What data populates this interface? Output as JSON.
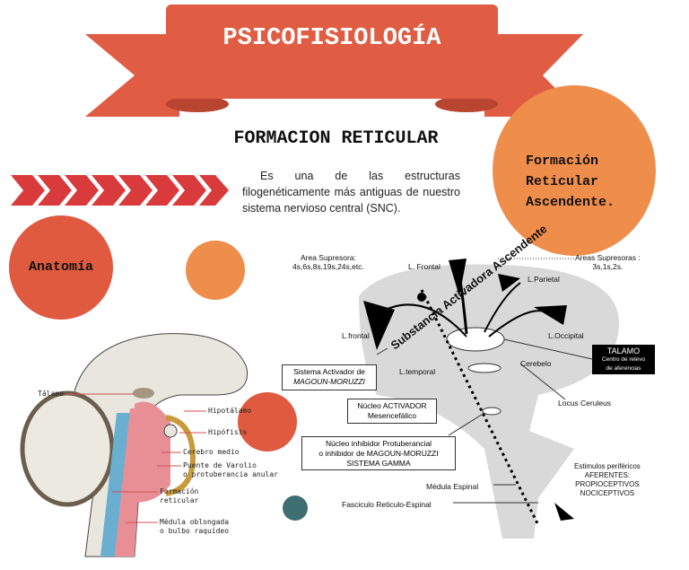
{
  "banner": {
    "title": "PSICOFISIOLOGÍA"
  },
  "heading": "FORMACION RETICULAR",
  "intro": "Es una de las estructuras filogenéticamente más antiguas de nuestro sistema nervioso central (SNC).",
  "badges": {
    "ascendente": [
      "Formación",
      "Reticular",
      "Ascendente."
    ],
    "anatomia": "Anatomía"
  },
  "colors": {
    "banner": "#e05c42",
    "orange": "#ef8d4b",
    "red": "#e05a3f",
    "teal": "#3d6e72",
    "chevron": "#d93a3c"
  },
  "anatomy_labels": {
    "talamo": "Tálamo",
    "hipotalamo": "Hipotálamo",
    "hipofisis": "Hipófisis",
    "cerebro_medio": "Cerebro medio",
    "puente": [
      "Puente de Varolio",
      "o protuberancia anular"
    ],
    "formacion": [
      "Formación",
      "reticular"
    ],
    "medula": [
      "Médula oblongada",
      "o bulbo raquídeo"
    ]
  },
  "diagram": {
    "area_supresora": [
      "Area Supresora:",
      "4s,6s,8s,19s,24s,etc."
    ],
    "areas_supresoras": [
      "Areas Supresoras :",
      "3s,1s,2s."
    ],
    "l_frontal_top": "L. Frontal",
    "l_parietal": "L.Parietal",
    "l_frontal": "L.frontal",
    "l_occipital": "L.Occipital",
    "substancia": "Substancia Activadora Ascendente",
    "talamo": [
      "TALAMO",
      "Centro de relevo",
      "de aferencias"
    ],
    "cerebelo": "Cerebelo",
    "l_temporal": "L.temporal",
    "sistema_activador": [
      "Sistema Activador de",
      "MAGOUN-MORUZZI"
    ],
    "locus": "Locus Ceruleus",
    "nucleo_activador": [
      "Núcleo ACTIVADOR",
      "Mesencefálico"
    ],
    "nucleo_inhibidor": [
      "Núcleo inhibidor Protuberancial",
      "o inhibidor de MAGOUN-MORUZZI",
      "SISTEMA GAMMA"
    ],
    "medula": "Médula Espinal",
    "fasciculo": "Fasciculo Reticulo-Espinal",
    "estimulos": [
      "Estimulos periféricos",
      "AFERENTES:",
      "PROPIOCEPTIVOS",
      "NOCICEPTIVOS"
    ]
  }
}
